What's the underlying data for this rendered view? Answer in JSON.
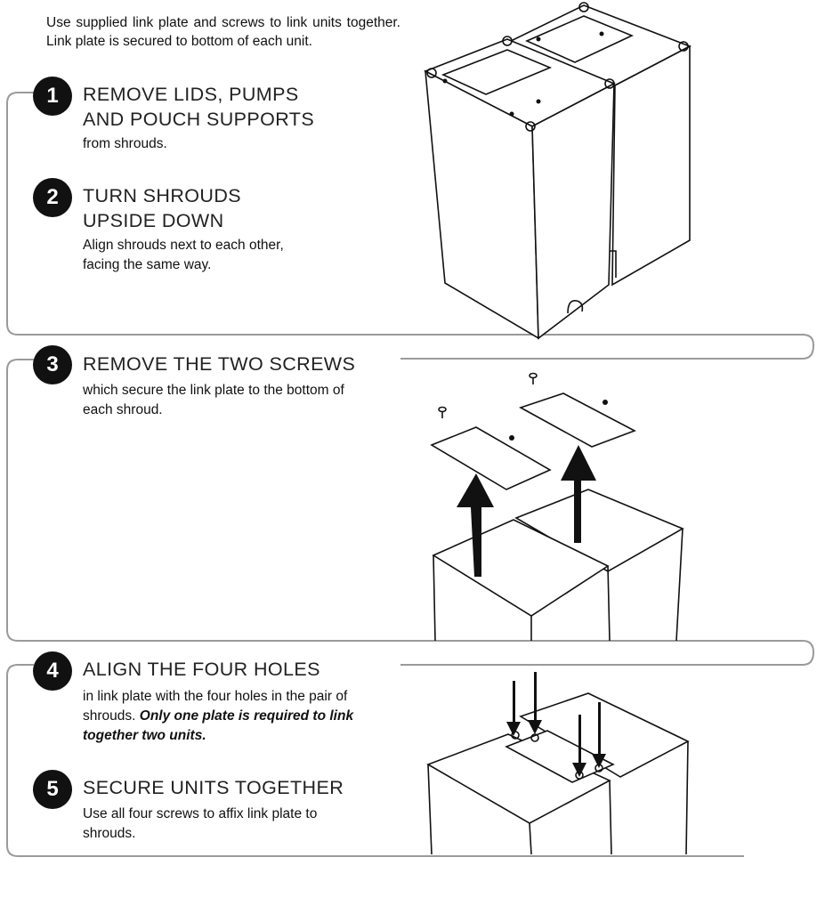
{
  "intro": "Use supplied link plate and screws to link units together. Link plate is secured to bottom of each unit.",
  "steps": [
    {
      "number": "1",
      "title": "REMOVE LIDS, PUMPS\nAND POUCH SUPPORTS",
      "body": "from shrouds."
    },
    {
      "number": "2",
      "title": "TURN SHROUDS\nUPSIDE DOWN",
      "body": "Align shrouds next to each other, facing the same way."
    },
    {
      "number": "3",
      "title": "REMOVE THE TWO SCREWS",
      "body": "which secure the link plate to the bottom of each shroud."
    },
    {
      "number": "4",
      "title": "ALIGN THE FOUR HOLES",
      "body": "in link plate with the four holes in the pair of shrouds.",
      "body_emphasis": "Only one plate is required to link together two units."
    },
    {
      "number": "5",
      "title": "SECURE UNITS TOGETHER",
      "body": "Use all four screws to affix link plate to shrouds."
    }
  ],
  "colors": {
    "badge": "#111111",
    "frame": "#9a9a9a",
    "text": "#111111"
  }
}
